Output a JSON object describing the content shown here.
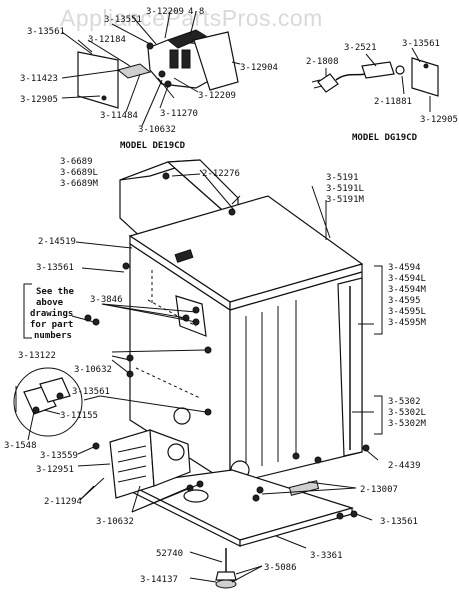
{
  "watermark": "AppliancePartsPros.com",
  "models": {
    "left": "MODEL DE19CD",
    "right": "MODEL DG19CD"
  },
  "note": [
    "See the",
    "above",
    "drawings",
    "for part",
    "numbers"
  ],
  "labels": {
    "p_3_13561_a": "3-13561",
    "p_3_13551": "3-13551",
    "p_3_12209_a": "3-12209",
    "p_4_8": "4-8",
    "p_3_12184": "3-12184",
    "p_3_11423": "3-11423",
    "p_3_12905_a": "3-12905",
    "p_3_11484": "3-11484",
    "p_3_10632_a": "3-10632",
    "p_3_11270": "3-11270",
    "p_3_12209_b": "3-12209",
    "p_3_12904": "3-12904",
    "p_2_1808": "2-1808",
    "p_3_2521": "3-2521",
    "p_3_13561_b": "3-13561",
    "p_2_11881": "2-11881",
    "p_3_12905_b": "3-12905",
    "p_3_6689": "3-6689",
    "p_3_6689L": "3-6689L",
    "p_3_6689M": "3-6689M",
    "p_2_12276": "2-12276",
    "p_3_5191": "3-5191",
    "p_3_5191L": "3-5191L",
    "p_3_5191M": "3-5191M",
    "p_2_14519": "2-14519",
    "p_3_13561_c": "3-13561",
    "p_3_3846": "3-3846",
    "p_3_4594": "3-4594",
    "p_3_4594L": "3-4594L",
    "p_3_4594M": "3-4594M",
    "p_3_4595": "3-4595",
    "p_3_4595L": "3-4595L",
    "p_3_4595M": "3-4595M",
    "p_3_13122": "3-13122",
    "p_3_10632_b": "3-10632",
    "p_3_11155": "3-11155",
    "p_3_13561_d": "3-13561",
    "p_3_1548": "3-1548",
    "p_3_13559": "3-13559",
    "p_3_12951": "3-12951",
    "p_3_5302": "3-5302",
    "p_3_5302L": "3-5302L",
    "p_3_5302M": "3-5302M",
    "p_2_4439": "2-4439",
    "p_2_11294": "2-11294",
    "p_2_13007": "2-13007",
    "p_3_10632_c": "3-10632",
    "p_3_13561_e": "3-13561",
    "p_52740": "52740",
    "p_3_3361": "3-3361",
    "p_3_5086": "3-5086",
    "p_3_14137": "3-14137"
  }
}
